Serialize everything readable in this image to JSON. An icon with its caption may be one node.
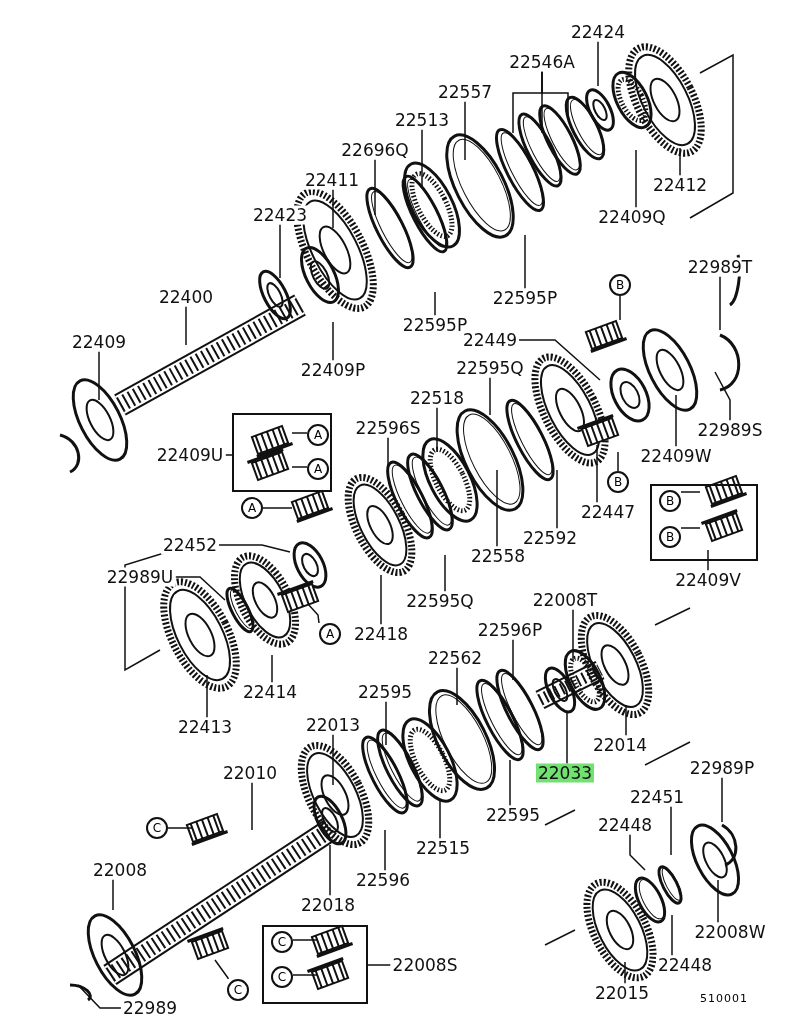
{
  "diagram": {
    "nodes": [
      {
        "text": [
          "22424"
        ]
      },
      {
        "text": [
          "22546A"
        ]
      },
      {
        "text": [
          "22557"
        ]
      },
      {
        "text": [
          "22513"
        ]
      },
      {
        "text": [
          "22696Q"
        ]
      },
      {
        "text": [
          "22411"
        ]
      },
      {
        "text": [
          "22423"
        ]
      },
      {
        "text": [
          "22400"
        ]
      },
      {
        "text": [
          "22409"
        ]
      },
      {
        "text": [
          "22409P"
        ]
      },
      {
        "text": [
          "22595P"
        ]
      },
      {
        "text": [
          "22595P"
        ]
      },
      {
        "text": [
          "22412"
        ]
      },
      {
        "text": [
          "22409Q"
        ]
      },
      {
        "text": [
          "22989T"
        ]
      },
      {
        "text": [
          "B"
        ]
      },
      {
        "text": [
          "22449"
        ]
      },
      {
        "text": [
          "22595Q"
        ]
      },
      {
        "text": [
          "22518"
        ]
      },
      {
        "text": [
          "22596S"
        ]
      },
      {
        "text": [
          "22989S"
        ]
      },
      {
        "text": [
          "22409U"
        ]
      },
      {
        "text": [
          "22409W"
        ]
      },
      {
        "text": [],
        "shape": "box"
      },
      {
        "text": [
          "A"
        ],
        "in": 23
      },
      {
        "text": [
          "A"
        ],
        "in": 23
      },
      {
        "text": [
          "B"
        ]
      },
      {
        "text": [],
        "shape": "box"
      },
      {
        "text": [
          "B"
        ],
        "in": 27
      },
      {
        "text": [
          "B"
        ],
        "in": 27
      },
      {
        "text": [
          "A"
        ]
      },
      {
        "text": [
          "22447"
        ]
      },
      {
        "text": [
          "22592"
        ]
      },
      {
        "text": [
          "22558"
        ]
      },
      {
        "text": [
          "22452"
        ]
      },
      {
        "text": [
          "22989U"
        ]
      },
      {
        "text": [
          "22409V"
        ]
      },
      {
        "text": [
          "22595Q"
        ]
      },
      {
        "text": [
          "22008T"
        ]
      },
      {
        "text": [
          "22418"
        ]
      },
      {
        "text": [
          "22596P"
        ]
      },
      {
        "text": [
          "A"
        ]
      },
      {
        "text": [
          "22562"
        ]
      },
      {
        "text": [
          "22414"
        ]
      },
      {
        "text": [
          "22413"
        ]
      },
      {
        "text": [
          "22595"
        ]
      },
      {
        "text": [
          "22013"
        ]
      },
      {
        "text": [
          "22014"
        ]
      },
      {
        "text": [
          "22033"
        ]
      },
      {
        "text": [
          "22010"
        ]
      },
      {
        "text": [
          "22989P"
        ]
      },
      {
        "text": [
          "22451"
        ]
      },
      {
        "text": [
          "22595"
        ]
      },
      {
        "text": [
          "22448"
        ]
      },
      {
        "text": [
          "22515"
        ]
      },
      {
        "text": [
          "22008"
        ]
      },
      {
        "text": [
          "22596"
        ]
      },
      {
        "text": [
          "22018"
        ]
      },
      {
        "text": [
          "C"
        ]
      },
      {
        "text": [],
        "shape": "box"
      },
      {
        "text": [
          "C"
        ],
        "in": 59
      },
      {
        "text": [
          "C"
        ],
        "in": 59
      },
      {
        "text": [
          "22008W"
        ]
      },
      {
        "text": [
          "22008S"
        ]
      },
      {
        "text": [
          "22448"
        ]
      },
      {
        "text": [
          "C"
        ]
      },
      {
        "text": [
          "22015"
        ]
      },
      {
        "text": [
          "22989"
        ]
      }
    ],
    "edges": [
      {
        "from": 0,
        "to": null,
        "arrow": "none"
      },
      {
        "from": 1,
        "to": null,
        "arrow": "none"
      },
      {
        "from": 1,
        "to": null,
        "arrow": "none"
      },
      {
        "from": 1,
        "to": null,
        "arrow": "none"
      },
      {
        "from": 2,
        "to": null,
        "arrow": "none"
      },
      {
        "from": 3,
        "to": null,
        "arrow": "none"
      },
      {
        "from": 4,
        "to": null,
        "arrow": "none"
      },
      {
        "from": 5,
        "to": null,
        "arrow": "none"
      },
      {
        "from": 6,
        "to": null,
        "arrow": "none"
      },
      {
        "from": 7,
        "to": null,
        "arrow": "none"
      },
      {
        "from": 8,
        "to": null,
        "arrow": "none"
      },
      {
        "from": 9,
        "to": null,
        "arrow": "none"
      },
      {
        "from": 10,
        "to": null,
        "arrow": "none"
      },
      {
        "from": 11,
        "to": null,
        "arrow": "none"
      },
      {
        "from": 12,
        "to": null,
        "arrow": "none"
      },
      {
        "from": 13,
        "to": null,
        "arrow": "none"
      },
      {
        "from": 14,
        "to": null,
        "arrow": "none"
      },
      {
        "from": 15,
        "to": null,
        "arrow": "none"
      },
      {
        "from": 16,
        "to": null,
        "arrow": "none"
      },
      {
        "from": 17,
        "to": null,
        "arrow": "none"
      },
      {
        "from": 18,
        "to": null,
        "arrow": "none"
      },
      {
        "from": 19,
        "to": null,
        "arrow": "none"
      },
      {
        "from": 20,
        "to": null,
        "arrow": "none"
      },
      {
        "from": 21,
        "to": 23,
        "arrow": "none"
      },
      {
        "from": 22,
        "to": null,
        "arrow": "none"
      },
      {
        "from": 24,
        "to": null,
        "arrow": "none"
      },
      {
        "from": 25,
        "to": null,
        "arrow": "none"
      },
      {
        "from": 26,
        "to": null,
        "arrow": "none"
      },
      {
        "from": 28,
        "to": null,
        "arrow": "none"
      },
      {
        "from": 29,
        "to": null,
        "arrow": "none"
      },
      {
        "from": 30,
        "to": null,
        "arrow": "none"
      },
      {
        "from": 31,
        "to": null,
        "arrow": "none"
      },
      {
        "from": 32,
        "to": null,
        "arrow": "none"
      },
      {
        "from": 33,
        "to": null,
        "arrow": "none"
      },
      {
        "from": 34,
        "to": null,
        "arrow": "none"
      },
      {
        "from": 35,
        "to": null,
        "arrow": "none"
      },
      {
        "from": 36,
        "to": 27,
        "arrow": "none"
      },
      {
        "from": 37,
        "to": null,
        "arrow": "none"
      },
      {
        "from": 38,
        "to": null,
        "arrow": "none"
      },
      {
        "from": 39,
        "to": null,
        "arrow": "none"
      },
      {
        "from": 40,
        "to": null,
        "arrow": "none"
      },
      {
        "from": 41,
        "to": null,
        "arrow": "none"
      },
      {
        "from": 42,
        "to": null,
        "arrow": "none"
      },
      {
        "from": 43,
        "to": null,
        "arrow": "none"
      },
      {
        "from": 44,
        "to": null,
        "arrow": "none"
      },
      {
        "from": 45,
        "to": null,
        "arrow": "none"
      },
      {
        "from": 46,
        "to": null,
        "arrow": "none"
      },
      {
        "from": 47,
        "to": null,
        "arrow": "none"
      },
      {
        "from": 48,
        "to": null,
        "arrow": "none"
      },
      {
        "from": 49,
        "to": null,
        "arrow": "none"
      },
      {
        "from": 50,
        "to": null,
        "arrow": "none"
      },
      {
        "from": 51,
        "to": null,
        "arrow": "none"
      },
      {
        "from": 52,
        "to": null,
        "arrow": "none"
      },
      {
        "from": 53,
        "to": null,
        "arrow": "none"
      },
      {
        "from": 54,
        "to": null,
        "arrow": "none"
      },
      {
        "from": 55,
        "to": null,
        "arrow": "none"
      },
      {
        "from": 56,
        "to": null,
        "arrow": "none"
      },
      {
        "from": 57,
        "to": null,
        "arrow": "none"
      },
      {
        "from": 58,
        "to": null,
        "arrow": "none"
      },
      {
        "from": 60,
        "to": null,
        "arrow": "none"
      },
      {
        "from": 61,
        "to": null,
        "arrow": "none"
      },
      {
        "from": 62,
        "to": null,
        "arrow": "none"
      },
      {
        "from": 63,
        "to": 59,
        "arrow": "none"
      },
      {
        "from": 64,
        "to": null,
        "arrow": "none"
      },
      {
        "from": 65,
        "to": null,
        "arrow": "none"
      },
      {
        "from": 66,
        "to": null,
        "arrow": "none"
      },
      {
        "from": 67,
        "to": null,
        "arrow": "none"
      }
    ],
    "labels": [
      "510001"
    ]
  }
}
